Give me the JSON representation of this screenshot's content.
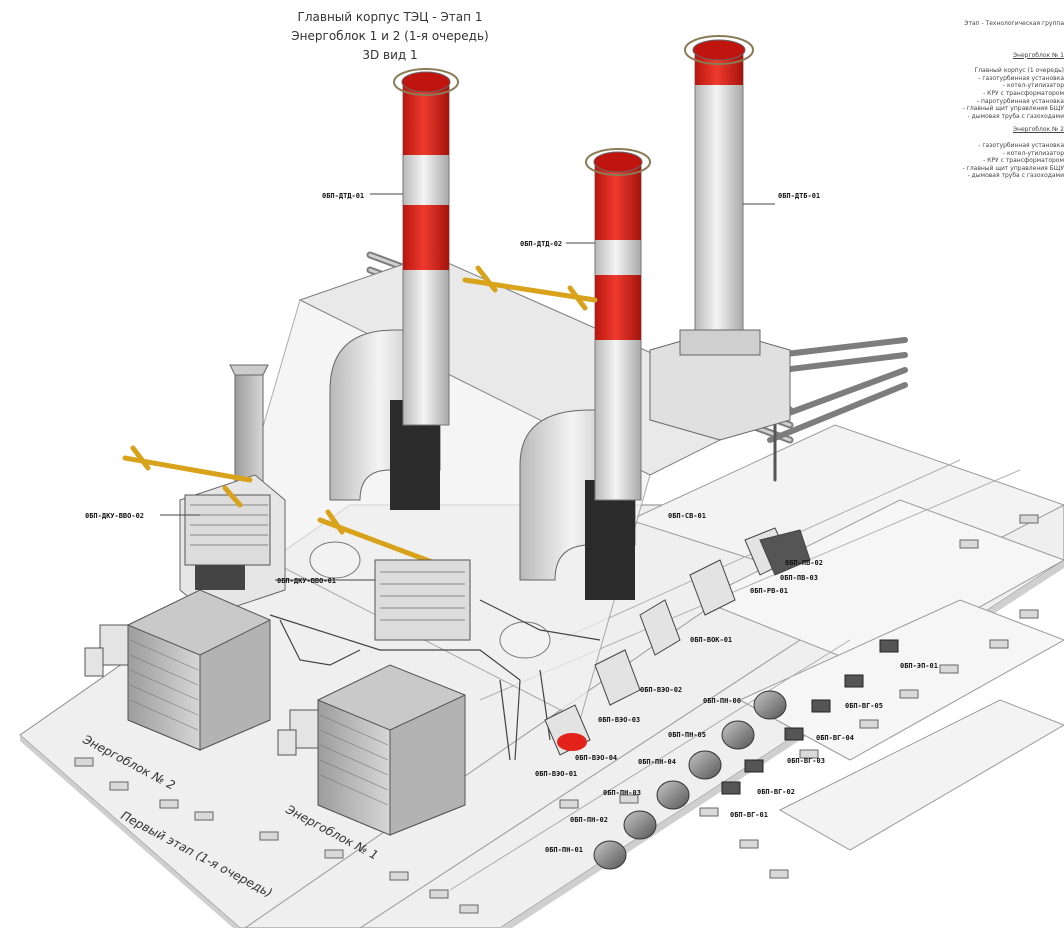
{
  "title": {
    "line1": "Главный корпус ТЭЦ - Этап 1",
    "line2": "Энергоблок 1 и 2 (1-я очередь)",
    "line3": "3D вид 1"
  },
  "legend": {
    "header": "Этап - Технологическая группа",
    "section1": "Энергоблок № 1",
    "section1_items": [
      "Главный корпус (1 очередь)",
      "- газотурбинная установка",
      "- котел-утилизатор",
      "- КРУ с трансформатором",
      "- паротурбинная установка",
      "- главный щит управления БЩУ",
      "- дымовая труба с газоходами"
    ],
    "section2": "Энергоблок № 2",
    "section2_items": [
      "- газотурбинная установка",
      "- котел-утилизатор",
      "- КРУ с трансформатором",
      "- главный щит управления БЩУ",
      "- дымовая труба с газоходами"
    ]
  },
  "unit_labels": {
    "unit2": "Энергоблок № 2",
    "unit1": "Энергоблок № 1",
    "stage": "Первый этап (1-я очередь)"
  },
  "tags": {
    "stack_main": "0БП-ДТД-01",
    "stack_mid": "0БП-ДТД-02",
    "stack_right": "0БП-ДТБ-01",
    "hrsg2": "0БП-ДКУ-ВВО-02",
    "hrsg1": "0БП-ДКУ-ВВО-01",
    "t1": "0БП-СВ-01",
    "t2": "0БП-ПВ-02",
    "t3": "0БП-ПВ-03",
    "t4": "0БП-РВ-01",
    "t5": "0БП-ВОК-01",
    "t6": "0БП-ВЭО-02",
    "t7": "0БП-ВЭО-03",
    "t8": "0БП-ВЭО-04",
    "t9": "0БП-ВЭО-01",
    "p1": "0БП-ПН-01",
    "p2": "0БП-ПН-02",
    "p3": "0БП-ПН-03",
    "p4": "0БП-ПН-04",
    "p5": "0БП-ПН-05",
    "p6": "0БП-ПН-06",
    "e1": "0БП-ВГ-01",
    "e2": "0БП-ВГ-02",
    "e3": "0БП-ВГ-03",
    "e4": "0БП-ВГ-04",
    "e5": "0БП-ВГ-05",
    "e6": "0БП-ЭП-01"
  },
  "colors": {
    "stack_red": "#e3231b",
    "gantry_yellow": "#d8a21a",
    "platform": "#ececec",
    "equipment": "#d7d7d7",
    "outline": "#5a5a5a"
  }
}
